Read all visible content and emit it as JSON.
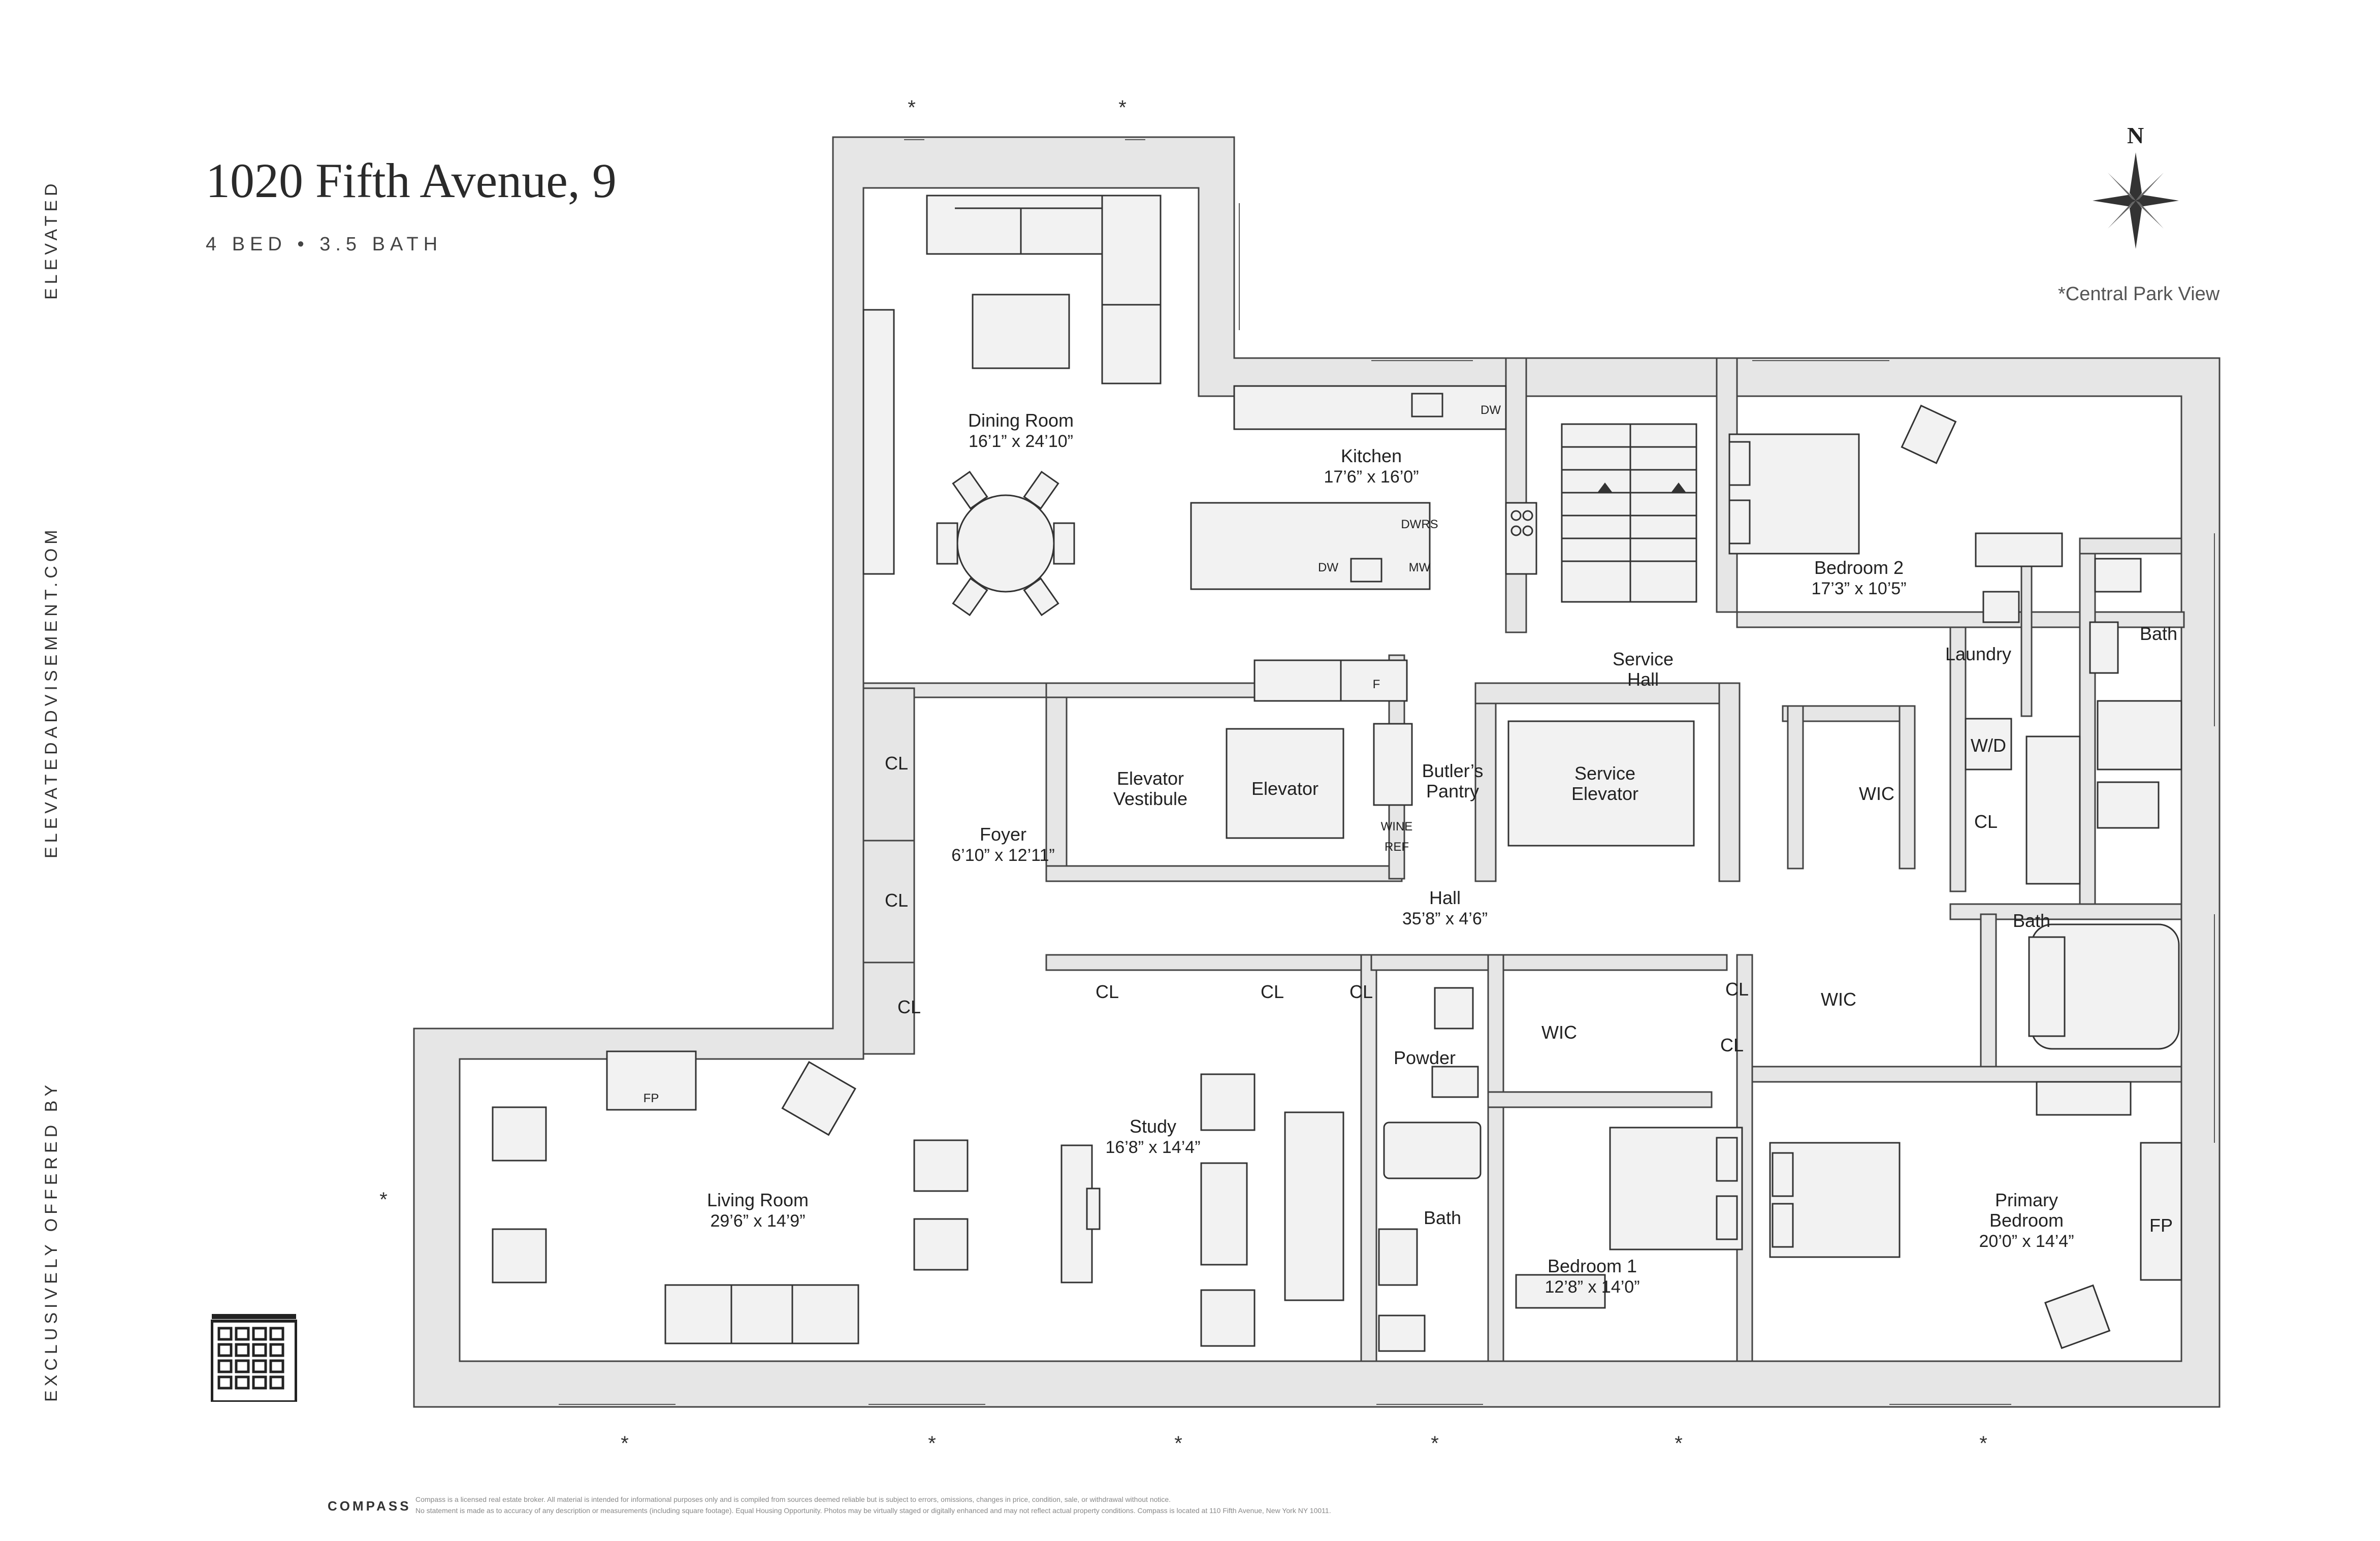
{
  "brand": {
    "side_name": "ELEVATED",
    "side_url": "ELEVATEDADVISEMENT.COM",
    "side_offered": "EXCLUSIVELY OFFERED BY",
    "compass": "COMPASS"
  },
  "listing": {
    "title": "1020 Fifth Avenue, 9",
    "subtitle": "4 BED • 3.5 BATH",
    "view_note": "*Central Park View",
    "north": "N"
  },
  "rooms": {
    "dining": {
      "name": "Dining Room",
      "dim": "16’1” x 24’10”"
    },
    "kitchen": {
      "name": "Kitchen",
      "dim": "17’6” x 16’0”"
    },
    "bedroom2": {
      "name": "Bedroom 2",
      "dim": "17’3” x 10’5”"
    },
    "service_hall": {
      "line1": "Service",
      "line2": "Hall"
    },
    "laundry": "Laundry",
    "bath_a": "Bath",
    "elevator_vestibule": {
      "line1": "Elevator",
      "line2": "Vestibule"
    },
    "elevator": "Elevator",
    "butlers_pantry": {
      "line1": "Butler’s",
      "line2": "Pantry"
    },
    "service_elevator": {
      "line1": "Service",
      "line2": "Elevator"
    },
    "wic_a": "WIC",
    "wd": "W/D",
    "cl": "CL",
    "foyer": {
      "name": "Foyer",
      "dim": "6’10” x 12’11”"
    },
    "hall": {
      "name": "Hall",
      "dim": "35’8” x 4’6”"
    },
    "bath_b": "Bath",
    "wic_b": "WIC",
    "powder": "Powder",
    "wic_c": "WIC",
    "living": {
      "name": "Living Room",
      "dim": "29’6” x 14’9”"
    },
    "study": {
      "name": "Study",
      "dim": "16’8” x 14’4”"
    },
    "bath_c": "Bath",
    "bedroom1": {
      "name": "Bedroom 1",
      "dim": "12’8” x 14’0”"
    },
    "primary": {
      "line1": "Primary",
      "line2": "Bedroom",
      "dim": "20’0” x 14’4”"
    },
    "fp": "FP"
  },
  "appliances": {
    "dw": "DW",
    "dwrs": "DWRS",
    "mw": "MW",
    "f": "F",
    "wine": "WINE",
    "ref": "REF"
  },
  "star": "*",
  "disclaimer": {
    "line1": "Compass is a licensed real estate broker. All material is intended for informational purposes only and is compiled from sources deemed reliable but is subject to errors, omissions, changes in price, condition, sale, or withdrawal without notice.",
    "line2": "No statement is made as to accuracy of any description or measurements (including square footage). Equal Housing Opportunity. Photos may be virtually staged or digitally enhanced and may not reflect actual property conditions. Compass is located at 110 Fifth Avenue, New York NY 10011."
  },
  "colors": {
    "wall_fill": "#e6e6e6",
    "line": "#333333",
    "background": "#ffffff"
  }
}
